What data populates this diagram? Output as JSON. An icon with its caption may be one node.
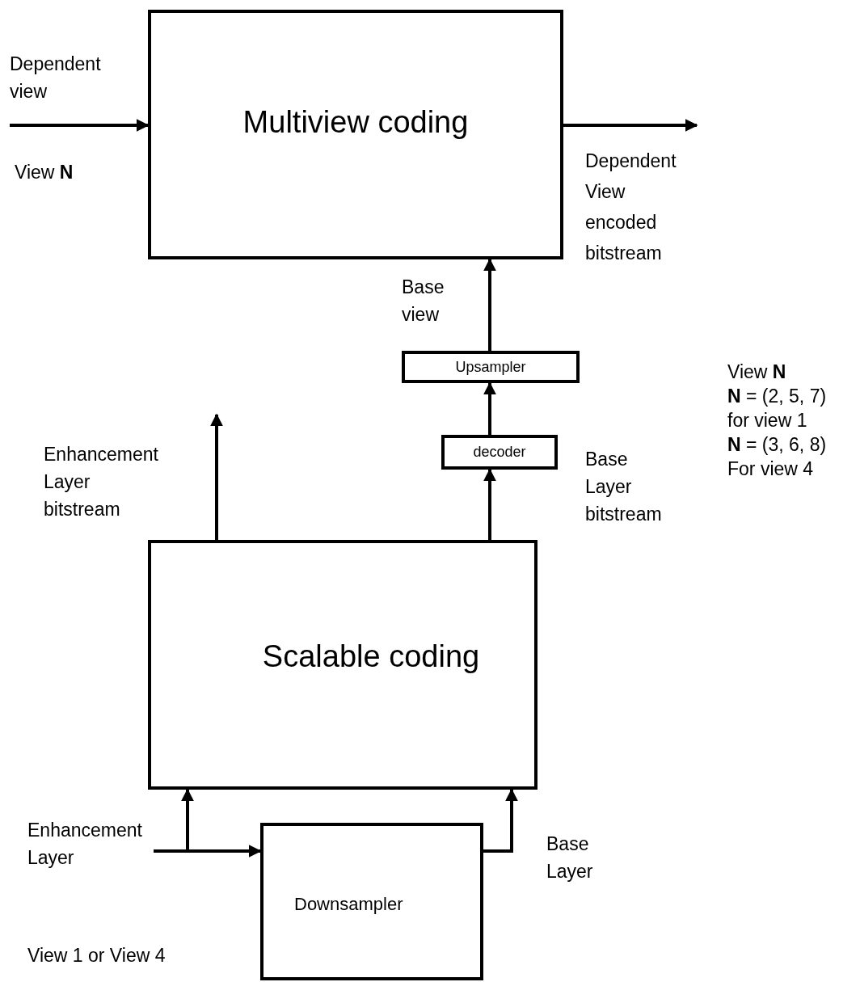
{
  "diagram": {
    "nodes": [
      {
        "text": [
          "Multiview coding"
        ]
      },
      {
        "text": [
          "Upsampler"
        ]
      },
      {
        "text": [
          "decoder"
        ]
      },
      {
        "text": [
          "Scalable coding"
        ]
      },
      {
        "text": [
          "Downsampler"
        ]
      }
    ],
    "edges": [
      {
        "from": null,
        "to": 0,
        "arrow": "to",
        "label": "Dependent view"
      },
      {
        "from": 0,
        "to": null,
        "arrow": "to",
        "label": "Dependent View encoded bitstream"
      },
      {
        "from": 1,
        "to": 0,
        "arrow": "to",
        "label": "Base view"
      },
      {
        "from": 2,
        "to": 1,
        "arrow": "to"
      },
      {
        "from": 3,
        "to": 2,
        "arrow": "to"
      },
      {
        "from": 3,
        "to": null,
        "arrow": "to",
        "label": "Enhancement Layer bitstream"
      },
      {
        "from": null,
        "to": 4,
        "arrow": "to"
      },
      {
        "from": null,
        "to": 3,
        "arrow": "to"
      },
      {
        "from": 4,
        "to": 3,
        "arrow": "to",
        "label": "Base Layer"
      }
    ],
    "labels": [
      "View **N**",
      "Base Layer bitstream",
      "View **N**",
      "**N** = (2, 5, 7)",
      "for view 1",
      "**N** = (3, 6, 8)",
      "For view 4",
      "Enhancement Layer",
      "View 1 or View 4"
    ]
  }
}
